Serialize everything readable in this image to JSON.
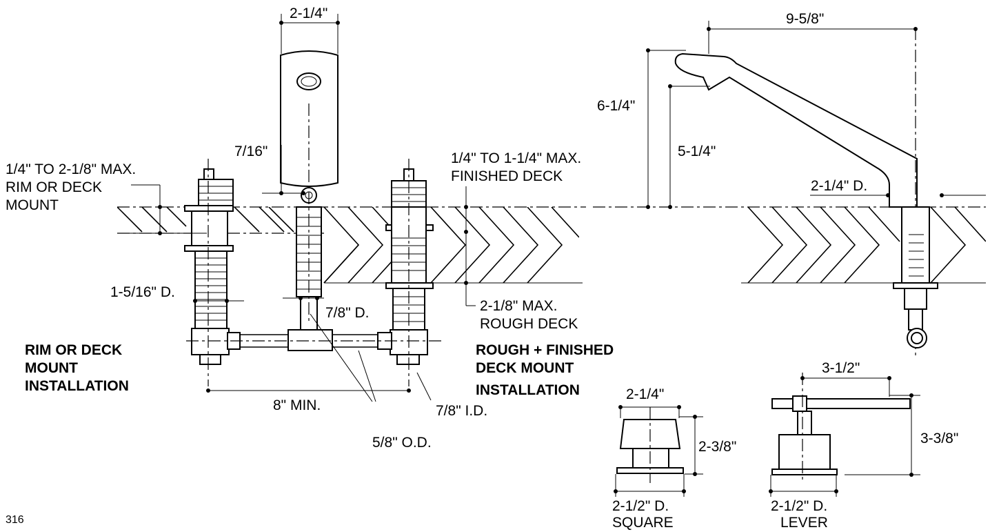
{
  "page_number": "316",
  "labels": {
    "rim_deck_range": "1/4\" TO 2-1/8\" MAX.",
    "rim_or_deck": "RIM OR DECK",
    "mount": "MOUNT",
    "spout_width": "2-1/4\"",
    "spout_offset": "7/16\"",
    "finished_deck_range": "1/4\" TO 1-1/4\" MAX.",
    "finished_deck": "FINISHED DECK",
    "valve_dia": "1-5/16\" D.",
    "tee_dia": "7/8\" D.",
    "rough_deck_max": "2-1/8\" MAX.",
    "rough_deck": "ROUGH DECK",
    "min_spacing": "8\" MIN.",
    "inner_dia": "7/8\" I.D.",
    "outer_dia": "5/8\" O.D.",
    "spout_reach": "9-5/8\"",
    "spout_height": "6-1/4\"",
    "spout_outlet_height": "5-1/4\"",
    "spout_base_dia": "2-1/4\" D.",
    "square_width": "2-1/4\"",
    "square_height": "2-3/8\"",
    "square_base": "2-1/2\" D.",
    "square_name": "SQUARE",
    "lever_reach": "3-1/2\"",
    "lever_height": "3-3/8\"",
    "lever_base": "2-1/2\" D.",
    "lever_name": "LEVER"
  },
  "titles": {
    "rim_install_1": "RIM OR DECK",
    "rim_install_2": "MOUNT",
    "rim_install_3": "INSTALLATION",
    "rough_install_1": "ROUGH + FINISHED",
    "rough_install_2": "DECK MOUNT",
    "rough_install_3": "INSTALLATION"
  }
}
